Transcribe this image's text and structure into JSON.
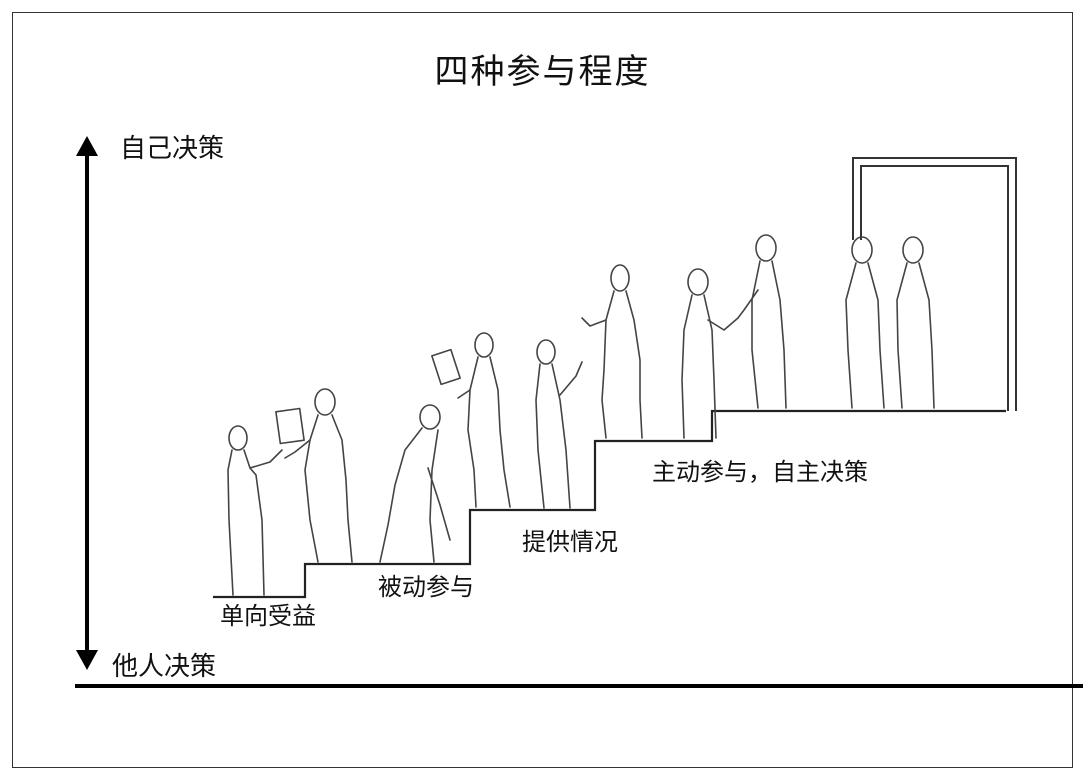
{
  "title": "四种参与程度",
  "axis": {
    "top_label": "自己决策",
    "bottom_label": "他人决策"
  },
  "steps": [
    {
      "label": "单向受益"
    },
    {
      "label": "被动参与"
    },
    {
      "label": "提供情况"
    },
    {
      "label": "主动参与，自主决策"
    }
  ]
}
